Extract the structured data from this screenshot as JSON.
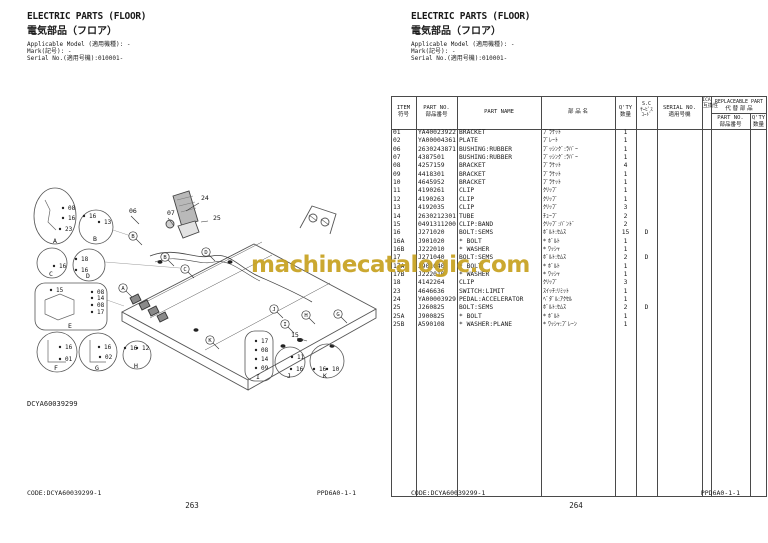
{
  "page_header": {
    "title_en": "ELECTRIC PARTS (FLOOR)",
    "title_jp": "電気部品（フロア）",
    "meta": [
      "Applicable Model (適用機種): -",
      "Mark(記号): -",
      "Serial No.(適用号機):010001-"
    ]
  },
  "footer": {
    "code": "CODE:DCYA60039299-1",
    "doc": "PPD6A0-1-1",
    "page_left": "263",
    "page_right": "264"
  },
  "watermark": {
    "text": "machinecatalogic.com",
    "color": "#c7a11f"
  },
  "diagram": {
    "code_label": "DCYA60039299",
    "details": [
      {
        "letter": "A",
        "parts": [
          "08",
          "16",
          "23"
        ]
      },
      {
        "letter": "B",
        "parts": [
          "16",
          "13"
        ]
      },
      {
        "letter": "C",
        "parts": [
          "16"
        ]
      },
      {
        "letter": "D",
        "parts": [
          "18",
          "16"
        ]
      },
      {
        "letter": "E",
        "parts": [
          "15",
          "08",
          "14",
          "08",
          "17"
        ]
      },
      {
        "letter": "F",
        "parts": [
          "16",
          "01"
        ]
      },
      {
        "letter": "G",
        "parts": [
          "16",
          "02"
        ]
      },
      {
        "letter": "H",
        "parts": [
          "16",
          "12"
        ]
      },
      {
        "letter": "I",
        "parts": [
          "17",
          "08",
          "14",
          "09"
        ]
      },
      {
        "letter": "J",
        "parts": [
          "11",
          "16"
        ]
      },
      {
        "letter": "K",
        "parts": [
          "16",
          "10"
        ]
      }
    ],
    "callouts": [
      "24",
      "25",
      "07",
      "06",
      "15"
    ],
    "assembly_refs": [
      "B",
      "B",
      "D",
      "C",
      "A",
      "J",
      "I",
      "H",
      "G",
      "K"
    ]
  },
  "table": {
    "headers": {
      "item_en": "ITEM",
      "item_jp": "符号",
      "part_no_en": "PART NO.",
      "part_no_jp": "部品番号",
      "part_name_en": "PART NAME",
      "part_name_jp": "部 品 名",
      "qty_en": "Q'TY",
      "qty_jp": "数量",
      "sc1": "S.C",
      "sc2": "ｻｰﾋﾞｽ",
      "sc3": "ｺｰﾄﾞ",
      "serial_en": "SERIAL NO.",
      "serial_jp": "適用号機",
      "ica_en": "ICA",
      "ica_jp": "互換性",
      "repl_en": "REPLACEABLE PART",
      "repl_jp": "代 替 部 品",
      "repl_part_no_en": "PART NO.",
      "repl_part_no_jp": "部品番号",
      "repl_qty_en": "Q'TY",
      "repl_qty_jp": "数量"
    },
    "rows": [
      [
        "01",
        "YA40023922",
        "BRACKET",
        "ﾌﾞﾗｹｯﾄ",
        "1",
        ""
      ],
      [
        "02",
        "YA00004361",
        "PLATE",
        "ﾌﾟﾚｰﾄ",
        "1",
        ""
      ],
      [
        "06",
        "2630243871",
        "BUSHING:RUBBER",
        "ﾌﾞｯｼﾝｸﾞ:ﾗﾊﾞｰ",
        "1",
        ""
      ],
      [
        "07",
        "4387501",
        "BUSHING:RUBBER",
        "ﾌﾞｯｼﾝｸﾞ:ﾗﾊﾞｰ",
        "1",
        ""
      ],
      [
        "08",
        "4257159",
        "BRACKET",
        "ﾌﾞﾗｹｯﾄ",
        "4",
        ""
      ],
      [
        "09",
        "4418301",
        "BRACKET",
        "ﾌﾞﾗｹｯﾄ",
        "1",
        ""
      ],
      [
        "10",
        "4645952",
        "BRACKET",
        "ﾌﾞﾗｹｯﾄ",
        "1",
        ""
      ],
      [
        "11",
        "4190261",
        "CLIP",
        "ｸﾘｯﾌﾟ",
        "1",
        ""
      ],
      [
        "12",
        "4190263",
        "CLIP",
        "ｸﾘｯﾌﾟ",
        "1",
        ""
      ],
      [
        "13",
        "4192035",
        "CLIP",
        "ｸﾘｯﾌﾟ",
        "3",
        ""
      ],
      [
        "14",
        "2630212301",
        "TUBE",
        "ﾁｭｰﾌﾞ",
        "2",
        ""
      ],
      [
        "15",
        "0491311200",
        "CLIP:BAND",
        "ｸﾘｯﾌﾟ:ﾊﾞﾝﾄﾞ",
        "2",
        ""
      ],
      [
        "16",
        "J271020",
        "BOLT:SEMS",
        "ﾎﾞﾙﾄ:ｾﾑｽ",
        "15",
        "D"
      ],
      [
        "16A",
        "J901020",
        "* BOLT",
        "* ﾎﾞﾙﾄ",
        "1",
        ""
      ],
      [
        "16B",
        "J222010",
        "* WASHER",
        "* ﾜｯｼｬ",
        "1",
        ""
      ],
      [
        "17",
        "J271040",
        "BOLT:SEMS",
        "ﾎﾞﾙﾄ:ｾﾑｽ",
        "2",
        "D"
      ],
      [
        "17A",
        "J901040",
        "* BOLT",
        "* ﾎﾞﾙﾄ",
        "1",
        ""
      ],
      [
        "17B",
        "J222010",
        "* WASHER",
        "* ﾜｯｼｬ",
        "1",
        ""
      ],
      [
        "18",
        "4142264",
        "CLIP",
        "ｸﾘｯﾌﾟ",
        "3",
        ""
      ],
      [
        "23",
        "4646636",
        "SWITCH:LIMIT",
        "ｽｲｯﾁ:ﾘﾐｯﾄ",
        "1",
        ""
      ],
      [
        "24",
        "YA00003929",
        "PEDAL:ACCELERATOR",
        "ﾍﾟﾀﾞﾙ:ｱｸｾﾙ",
        "1",
        ""
      ],
      [
        "25",
        "J260825",
        "BOLT:SEMS",
        "ﾎﾞﾙﾄ:ｾﾑｽ",
        "2",
        "D"
      ],
      [
        "25A",
        "J900825",
        "* BOLT",
        "* ﾎﾞﾙﾄ",
        "1",
        ""
      ],
      [
        "25B",
        "A590108",
        "* WASHER:PLANE",
        "* ﾜｯｼｬ:ﾌﾟﾚｰﾝ",
        "1",
        ""
      ]
    ]
  }
}
